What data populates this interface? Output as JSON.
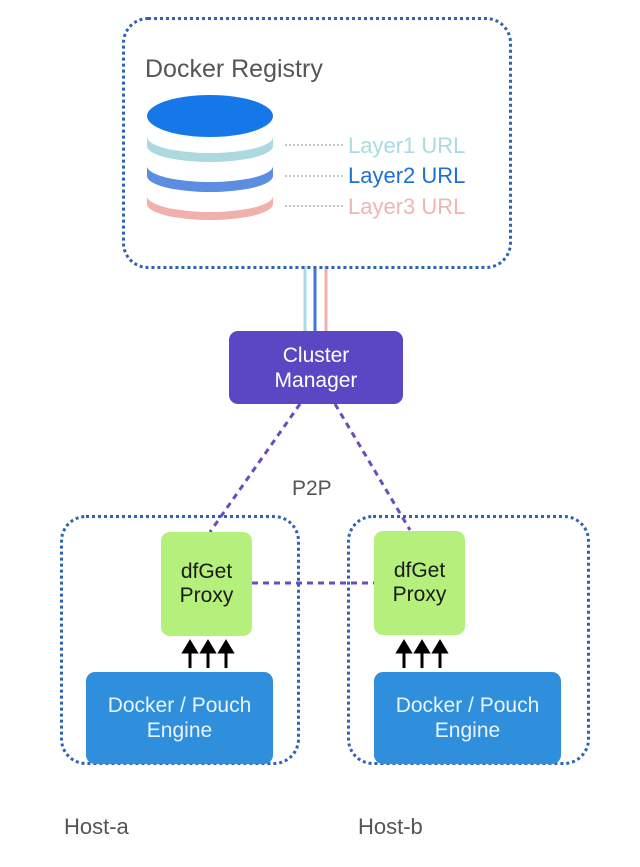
{
  "registry": {
    "title": "Docker Registry",
    "layers": [
      {
        "label": "Layer1 URL",
        "color": "#a9dbe2"
      },
      {
        "label": "Layer2 URL",
        "color": "#1e6fd6"
      },
      {
        "label": "Layer3 URL",
        "color": "#f1b4b0"
      }
    ],
    "db_top_color": "#1577e8",
    "db_band_colors": [
      "#abd9de",
      "#5b8de0",
      "#f0b1ad"
    ]
  },
  "cluster_manager": {
    "line1": "Cluster",
    "line2": "Manager",
    "color": "#5b46c4"
  },
  "p2p_label": "P2P",
  "hosts": [
    {
      "name": "Host-a",
      "proxy_line1": "dfGet",
      "proxy_line2": "Proxy",
      "engine_line1": "Docker / Pouch",
      "engine_line2": "Engine"
    },
    {
      "name": "Host-b",
      "proxy_line1": "dfGet",
      "proxy_line2": "Proxy",
      "engine_line1": "Docker / Pouch",
      "engine_line2": "Engine"
    }
  ],
  "colors": {
    "border": "#2d62b4",
    "proxy": "#b5ef7c",
    "engine": "#2f8fdc",
    "p2p_line": "#6a4cbf"
  }
}
